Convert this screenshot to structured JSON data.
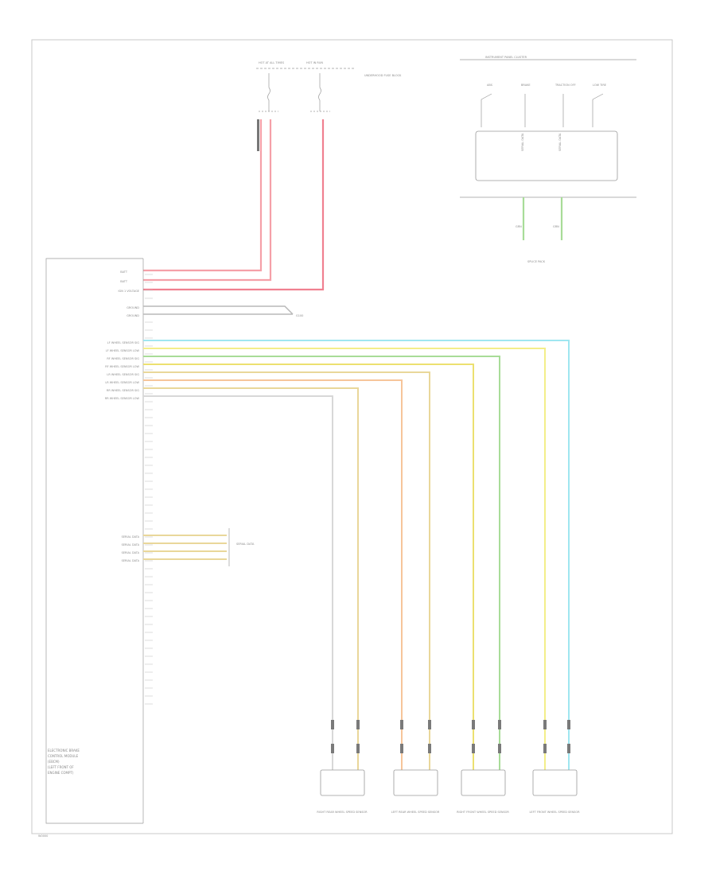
{
  "diagram_id": "W0000",
  "ebcm": {
    "caption_lines": [
      "ELECTRONIC BRAKE",
      "CONTROL MODULE",
      "(EBCM)",
      "(LEFT FRONT OF",
      "ENGINE COMPT)"
    ],
    "pin_labels": [
      "BATT",
      "BATT",
      "IGN 1 VOLTAGE",
      "GROUND",
      "GROUND",
      "LF WHEEL SENSOR SIG",
      "LF WHEEL SENSOR LOW",
      "RF WHEEL SENSOR SIG",
      "RF WHEEL SENSOR LOW",
      "LR WHEEL SENSOR SIG",
      "LR WHEEL SENSOR LOW",
      "RR WHEEL SENSOR SIG",
      "RR WHEEL SENSOR LOW",
      "SERIAL DATA",
      "SERIAL DATA",
      "SERIAL DATA",
      "SERIAL DATA"
    ]
  },
  "fuse_block": {
    "labels": [
      "HOT AT ALL TIMES",
      "HOT IN RUN",
      "UNDERHOOD FUSE BLOCK"
    ]
  },
  "ground": {
    "label": "G100"
  },
  "instrument_cluster": {
    "title": "INSTRUMENT PANEL CLUSTER",
    "indicators": [
      "ABS",
      "BRAKE",
      "TRACTION OFF",
      "LOW TIRE"
    ],
    "inner_labels": [
      "SERIAL DATA",
      "SERIAL DATA"
    ],
    "wire_colors": [
      "GRN",
      "GRN"
    ],
    "junction_label": "SPLICE PACK"
  },
  "serial_junction": {
    "label": "SERIAL DATA"
  },
  "sensors": [
    {
      "label": "RIGHT REAR WHEEL SPEED SENSOR"
    },
    {
      "label": "LEFT REAR WHEEL SPEED SENSOR"
    },
    {
      "label": "RIGHT FRONT WHEEL SPEED SENSOR"
    },
    {
      "label": "LEFT FRONT WHEEL SPEED SENSOR"
    }
  ],
  "colors": {
    "red": "#f5a0a8",
    "red_strong": "#f08090",
    "blue": "#9fe6f0",
    "yellow": "#f3ee8a",
    "yellow_deep": "#ece070",
    "green": "#a8dc98",
    "orange": "#f6c59a",
    "tan": "#e9d79a",
    "white": "#d8d8d8",
    "gray": "#b8b8b8"
  }
}
